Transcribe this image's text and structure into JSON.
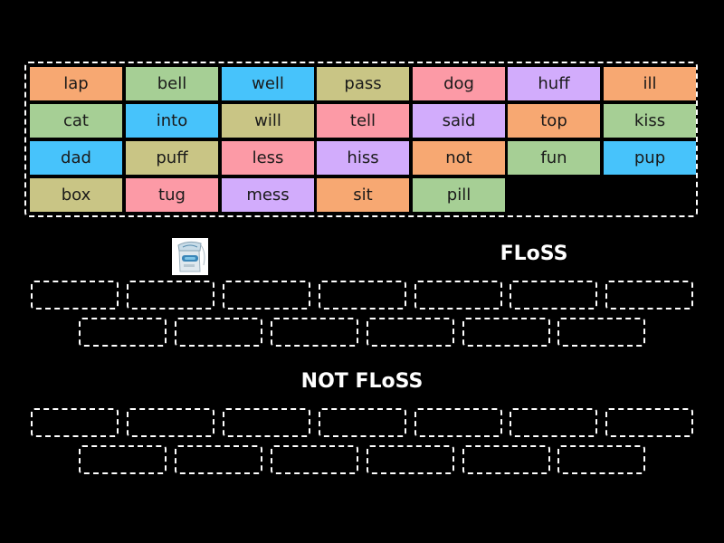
{
  "word_bank": {
    "tiles": [
      {
        "word": "lap",
        "color": "#f7a872"
      },
      {
        "word": "bell",
        "color": "#a6cf95"
      },
      {
        "word": "well",
        "color": "#47c3fb"
      },
      {
        "word": "pass",
        "color": "#c9c585"
      },
      {
        "word": "dog",
        "color": "#fc9aa6"
      },
      {
        "word": "huff",
        "color": "#d2acfc"
      },
      {
        "word": "ill",
        "color": "#f7a872"
      },
      {
        "word": "cat",
        "color": "#a6cf95"
      },
      {
        "word": "into",
        "color": "#47c3fb"
      },
      {
        "word": "will",
        "color": "#c9c585"
      },
      {
        "word": "tell",
        "color": "#fc9aa6"
      },
      {
        "word": "said",
        "color": "#d2acfc"
      },
      {
        "word": "top",
        "color": "#f7a872"
      },
      {
        "word": "kiss",
        "color": "#a6cf95"
      },
      {
        "word": "dad",
        "color": "#47c3fb"
      },
      {
        "word": "puff",
        "color": "#c9c585"
      },
      {
        "word": "less",
        "color": "#fc9aa6"
      },
      {
        "word": "hiss",
        "color": "#d2acfc"
      },
      {
        "word": "not",
        "color": "#f7a872"
      },
      {
        "word": "fun",
        "color": "#a6cf95"
      },
      {
        "word": "pup",
        "color": "#47c3fb"
      },
      {
        "word": "box",
        "color": "#c9c585"
      },
      {
        "word": "tug",
        "color": "#fc9aa6"
      },
      {
        "word": "mess",
        "color": "#d2acfc"
      },
      {
        "word": "sit",
        "color": "#f7a872"
      },
      {
        "word": "pill",
        "color": "#a6cf95"
      }
    ]
  },
  "groups": [
    {
      "title": "FLoSS",
      "slot_count": 13,
      "image": "floss-container-icon"
    },
    {
      "title": "NOT FLoSS",
      "slot_count": 13
    }
  ]
}
